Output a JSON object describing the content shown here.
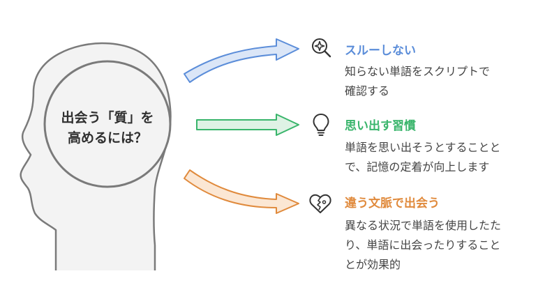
{
  "center": {
    "line1": "出会う「質」を",
    "line2": "高めるには？"
  },
  "items": [
    {
      "title": "スルーしない",
      "desc_lines": [
        "知らない単語をスクリプトで",
        "確認する"
      ],
      "color": "#5b8dd9",
      "icon": "search-star-icon"
    },
    {
      "title": "思い出す習慣",
      "desc_lines": [
        "単語を思い出そうとすることと",
        "で、記憶の定着が向上します"
      ],
      "color": "#39b56b",
      "icon": "lightbulb-icon"
    },
    {
      "title": "違う文脈で出会う",
      "desc_lines": [
        "異なる状況で単語を使用したた",
        "り、単語に出会ったりすること",
        "とが効果的"
      ],
      "color": "#e08a3c",
      "icon": "heart-puzzle-icon"
    }
  ]
}
